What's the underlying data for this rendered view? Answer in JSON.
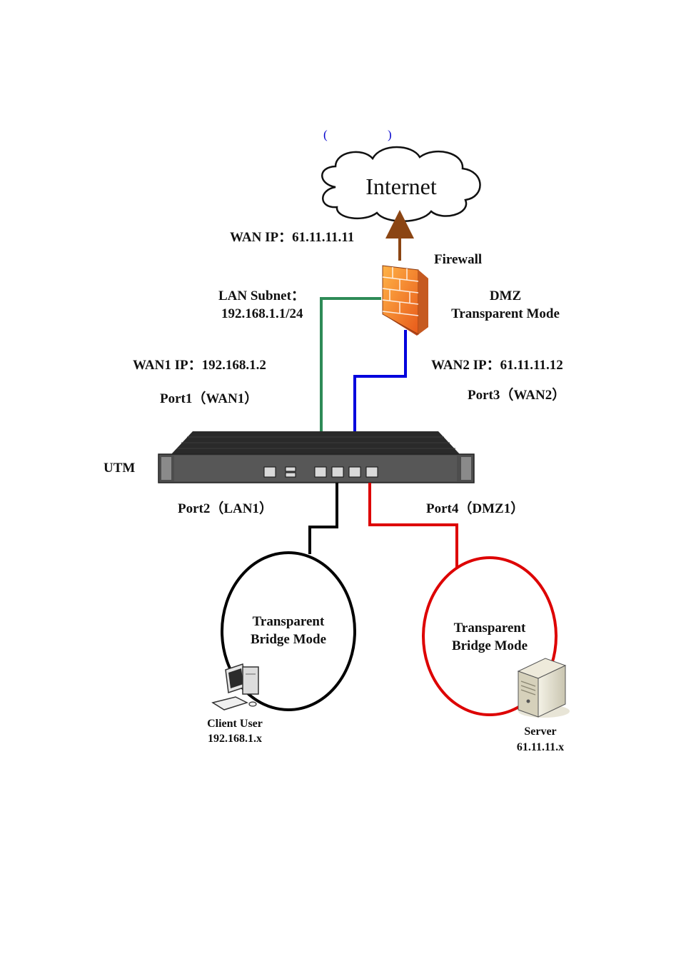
{
  "caption": {
    "open_paren": "(",
    "close_paren": ")"
  },
  "nodes": {
    "internet": "Internet",
    "firewall": "Firewall",
    "dmz_line1": "DMZ",
    "dmz_line2": "Transparent Mode",
    "utm": "UTM",
    "lan_bridge_line1": "Transparent",
    "lan_bridge_line2": "Bridge Mode",
    "dmz_bridge_line1": "Transparent",
    "dmz_bridge_line2": "Bridge Mode",
    "client_name": "Client User",
    "client_ip": "192.168.1.x",
    "server_name": "Server",
    "server_ip": "61.11.11.x"
  },
  "labels": {
    "wan_ip": "WAN IP：61.11.11.11",
    "lan_subnet_line1": "LAN Subnet：",
    "lan_subnet_line2": "192.168.1.1/24",
    "wan1_ip": "WAN1 IP：192.168.1.2",
    "port1": "Port1（WAN1）",
    "wan2_ip": "WAN2 IP：61.11.11.12",
    "port3": "Port3（WAN2）",
    "port2": "Port2（LAN1）",
    "port4": "Port4（DMZ1）"
  },
  "colors": {
    "uplink": "#8b4513",
    "wan1_link": "#2e8b57",
    "wan2_link": "#0000dd",
    "lan_link": "#000000",
    "dmz_link": "#dd0000",
    "caption": "#0000cc"
  },
  "icons": [
    "cloud-icon",
    "firewall-icon",
    "utm-appliance-icon",
    "computer-icon",
    "server-icon"
  ]
}
